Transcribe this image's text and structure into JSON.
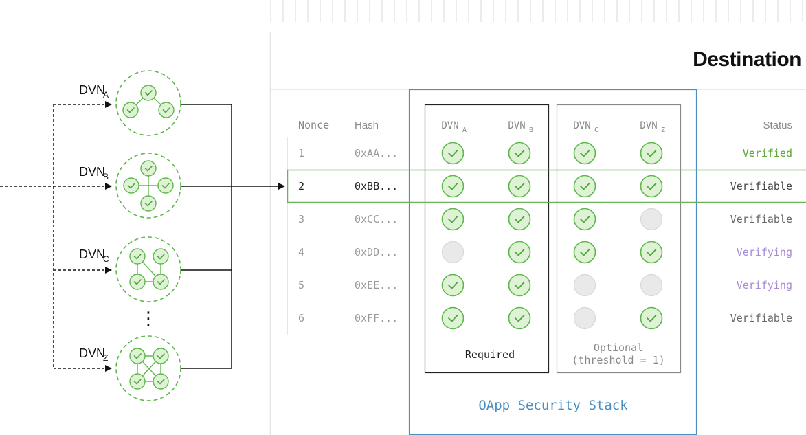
{
  "title": "Destination",
  "table": {
    "headers": {
      "nonce": "Nonce",
      "hash": "Hash",
      "status": "Status"
    },
    "columns": [
      {
        "label": "DVN",
        "sub": "A"
      },
      {
        "label": "DVN",
        "sub": "B"
      },
      {
        "label": "DVN",
        "sub": "C"
      },
      {
        "label": "DVN",
        "sub": "Z"
      }
    ],
    "rows": [
      {
        "nonce": "1",
        "hash": "0xAA...",
        "checks": [
          true,
          true,
          true,
          true
        ],
        "status": "Verified",
        "status_color": "#5aa832"
      },
      {
        "nonce": "2",
        "hash": "0xBB...",
        "checks": [
          true,
          true,
          true,
          true
        ],
        "status": "Verifiable",
        "status_color": "#444444",
        "highlighted": true
      },
      {
        "nonce": "3",
        "hash": "0xCC...",
        "checks": [
          true,
          true,
          true,
          false
        ],
        "status": "Verifiable",
        "status_color": "#666666"
      },
      {
        "nonce": "4",
        "hash": "0xDD...",
        "checks": [
          false,
          true,
          true,
          true
        ],
        "status": "Verifying",
        "status_color": "#a98ad6"
      },
      {
        "nonce": "5",
        "hash": "0xEE...",
        "checks": [
          true,
          true,
          false,
          false
        ],
        "status": "Verifying",
        "status_color": "#a98ad6"
      },
      {
        "nonce": "6",
        "hash": "0xFF...",
        "checks": [
          true,
          true,
          false,
          true
        ],
        "status": "Verifiable",
        "status_color": "#666666"
      }
    ]
  },
  "groups": {
    "required": "Required",
    "optional_line1": "Optional",
    "optional_line2": "(threshold = 1)"
  },
  "stack_label": "OApp Security Stack",
  "dvns": [
    {
      "label": "DVN",
      "sub": "A",
      "icon": "triangle-network-icon"
    },
    {
      "label": "DVN",
      "sub": "B",
      "icon": "star-network-icon"
    },
    {
      "label": "DVN",
      "sub": "C",
      "icon": "square-network-icon"
    },
    {
      "label": "DVN",
      "sub": "Z",
      "icon": "mesh-network-icon"
    }
  ],
  "ellipsis": "⋮",
  "colors": {
    "check_fill": "#dff2d6",
    "check_stroke": "#5cb84a",
    "empty_fill": "#e9e9e9",
    "highlight_border": "#6bb35a",
    "stack_border": "#4a8fc4"
  }
}
